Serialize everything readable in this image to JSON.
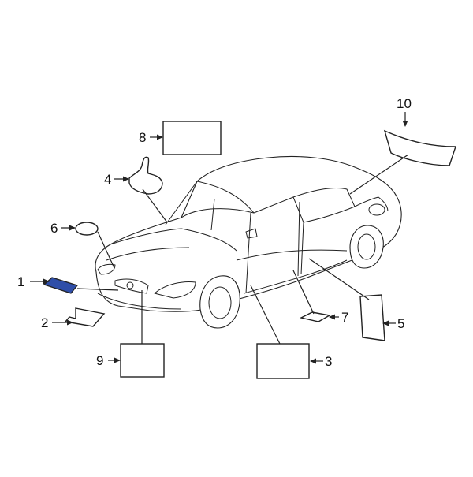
{
  "accent_color": "#2f4ea8",
  "callouts": [
    {
      "id": "1",
      "label": "1",
      "highlighted": true
    },
    {
      "id": "2",
      "label": "2"
    },
    {
      "id": "3",
      "label": "3"
    },
    {
      "id": "4",
      "label": "4"
    },
    {
      "id": "5",
      "label": "5"
    },
    {
      "id": "6",
      "label": "6"
    },
    {
      "id": "7",
      "label": "7"
    },
    {
      "id": "8",
      "label": "8"
    },
    {
      "id": "9",
      "label": "9"
    },
    {
      "id": "10",
      "label": "10"
    }
  ]
}
